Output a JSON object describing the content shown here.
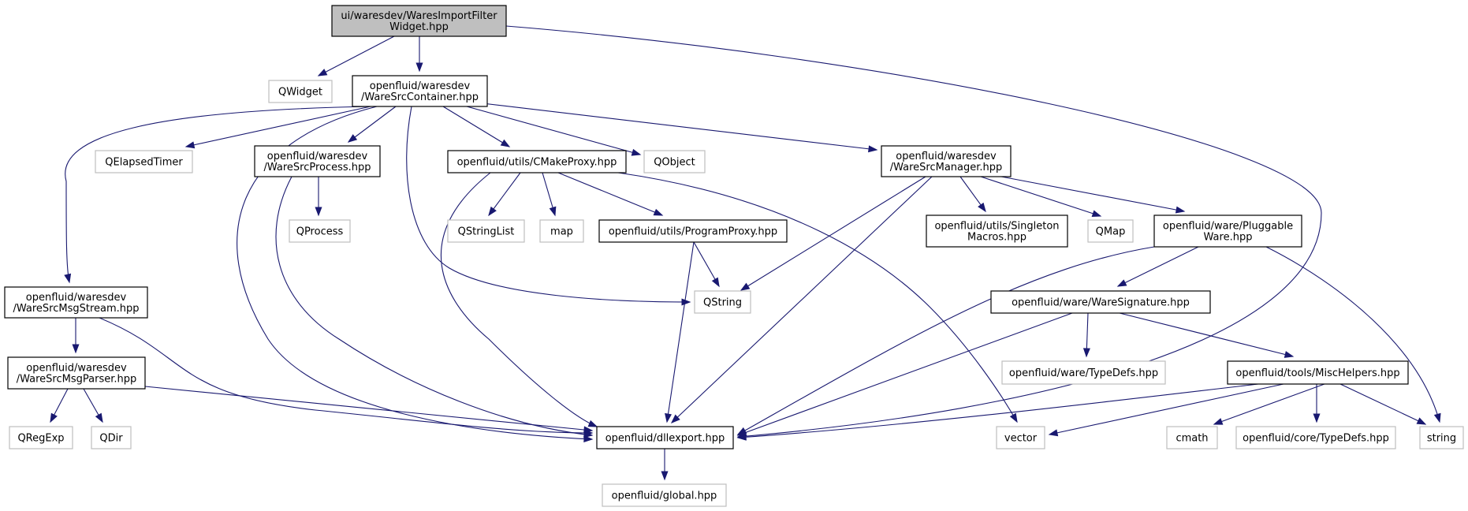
{
  "colors": {
    "edge": "#191970",
    "main_fill": "#bfbfbf",
    "ext_border": "#bfbfbf",
    "doc_border": "#000000"
  },
  "nodes": [
    {
      "id": "widget",
      "lines": [
        "ui/waresdev/WaresImportFilter",
        "Widget.hpp"
      ],
      "kind": "main"
    },
    {
      "id": "qwidget",
      "lines": [
        "QWidget"
      ],
      "kind": "ext"
    },
    {
      "id": "container",
      "lines": [
        "openfluid/waresdev",
        "/WareSrcContainer.hpp"
      ],
      "kind": "doc"
    },
    {
      "id": "qelapsed",
      "lines": [
        "QElapsedTimer"
      ],
      "kind": "ext"
    },
    {
      "id": "process",
      "lines": [
        "openfluid/waresdev",
        "/WareSrcProcess.hpp"
      ],
      "kind": "doc"
    },
    {
      "id": "cmake",
      "lines": [
        "openfluid/utils/CMakeProxy.hpp"
      ],
      "kind": "doc"
    },
    {
      "id": "qobject",
      "lines": [
        "QObject"
      ],
      "kind": "ext"
    },
    {
      "id": "manager",
      "lines": [
        "openfluid/waresdev",
        "/WareSrcManager.hpp"
      ],
      "kind": "doc"
    },
    {
      "id": "qprocess",
      "lines": [
        "QProcess"
      ],
      "kind": "ext"
    },
    {
      "id": "qstringlist",
      "lines": [
        "QStringList"
      ],
      "kind": "ext"
    },
    {
      "id": "map",
      "lines": [
        "map"
      ],
      "kind": "ext"
    },
    {
      "id": "program",
      "lines": [
        "openfluid/utils/ProgramProxy.hpp"
      ],
      "kind": "doc"
    },
    {
      "id": "singleton",
      "lines": [
        "openfluid/utils/Singleton",
        "Macros.hpp"
      ],
      "kind": "doc"
    },
    {
      "id": "qmap",
      "lines": [
        "QMap"
      ],
      "kind": "ext"
    },
    {
      "id": "pluggable",
      "lines": [
        "openfluid/ware/Pluggable",
        "Ware.hpp"
      ],
      "kind": "doc"
    },
    {
      "id": "stream",
      "lines": [
        "openfluid/waresdev",
        "/WareSrcMsgStream.hpp"
      ],
      "kind": "doc"
    },
    {
      "id": "qstring",
      "lines": [
        "QString"
      ],
      "kind": "ext"
    },
    {
      "id": "signature",
      "lines": [
        "openfluid/ware/WareSignature.hpp"
      ],
      "kind": "doc"
    },
    {
      "id": "parser",
      "lines": [
        "openfluid/waresdev",
        "/WareSrcMsgParser.hpp"
      ],
      "kind": "doc"
    },
    {
      "id": "waretypedefs",
      "lines": [
        "openfluid/ware/TypeDefs.hpp"
      ],
      "kind": "ext"
    },
    {
      "id": "misc",
      "lines": [
        "openfluid/tools/MiscHelpers.hpp"
      ],
      "kind": "doc"
    },
    {
      "id": "qregexp",
      "lines": [
        "QRegExp"
      ],
      "kind": "ext"
    },
    {
      "id": "qdir",
      "lines": [
        "QDir"
      ],
      "kind": "ext"
    },
    {
      "id": "dllexport",
      "lines": [
        "openfluid/dllexport.hpp"
      ],
      "kind": "doc"
    },
    {
      "id": "vector",
      "lines": [
        "vector"
      ],
      "kind": "ext"
    },
    {
      "id": "cmath",
      "lines": [
        "cmath"
      ],
      "kind": "ext"
    },
    {
      "id": "coretypedefs",
      "lines": [
        "openfluid/core/TypeDefs.hpp"
      ],
      "kind": "ext"
    },
    {
      "id": "string",
      "lines": [
        "string"
      ],
      "kind": "ext"
    },
    {
      "id": "global",
      "lines": [
        "openfluid/global.hpp"
      ],
      "kind": "ext"
    }
  ],
  "edges": [
    [
      "widget",
      "qwidget"
    ],
    [
      "widget",
      "container"
    ],
    [
      "widget",
      "dllexport"
    ],
    [
      "container",
      "stream"
    ],
    [
      "container",
      "qelapsed"
    ],
    [
      "container",
      "dllexport"
    ],
    [
      "container",
      "process"
    ],
    [
      "container",
      "qstring"
    ],
    [
      "container",
      "cmake"
    ],
    [
      "container",
      "qobject"
    ],
    [
      "container",
      "manager"
    ],
    [
      "process",
      "qprocess"
    ],
    [
      "process",
      "dllexport"
    ],
    [
      "cmake",
      "dllexport"
    ],
    [
      "cmake",
      "qstringlist"
    ],
    [
      "cmake",
      "map"
    ],
    [
      "cmake",
      "program"
    ],
    [
      "cmake",
      "vector"
    ],
    [
      "program",
      "dllexport"
    ],
    [
      "program",
      "qstring"
    ],
    [
      "manager",
      "qstring"
    ],
    [
      "manager",
      "dllexport"
    ],
    [
      "manager",
      "singleton"
    ],
    [
      "manager",
      "qmap"
    ],
    [
      "manager",
      "pluggable"
    ],
    [
      "pluggable",
      "dllexport"
    ],
    [
      "pluggable",
      "signature"
    ],
    [
      "pluggable",
      "string"
    ],
    [
      "signature",
      "dllexport"
    ],
    [
      "signature",
      "waretypedefs"
    ],
    [
      "signature",
      "misc"
    ],
    [
      "misc",
      "dllexport"
    ],
    [
      "misc",
      "vector"
    ],
    [
      "misc",
      "cmath"
    ],
    [
      "misc",
      "coretypedefs"
    ],
    [
      "misc",
      "string"
    ],
    [
      "stream",
      "parser"
    ],
    [
      "stream",
      "dllexport"
    ],
    [
      "parser",
      "qregexp"
    ],
    [
      "parser",
      "qdir"
    ],
    [
      "parser",
      "dllexport"
    ],
    [
      "dllexport",
      "global"
    ]
  ]
}
